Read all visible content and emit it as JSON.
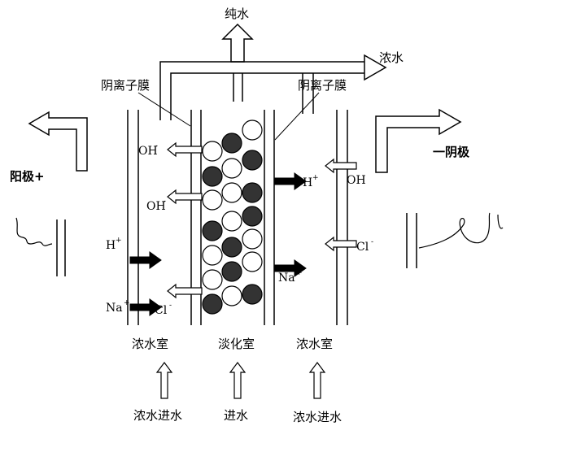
{
  "labels": {
    "pure_water": "纯水",
    "conc_water_out": "浓水",
    "membrane_left": "阴离子膜",
    "membrane_right": "阴离子膜",
    "anode": "阳极+",
    "cathode": "一阴极",
    "chamber_left": "浓水室",
    "chamber_center": "淡化室",
    "chamber_right": "浓水室",
    "inlet_left": "浓水进水",
    "inlet_center": "进水",
    "inlet_right": "浓水进水"
  },
  "ions": {
    "oh": "OH",
    "oh_sup": "-",
    "h": "H",
    "h_sup": "+",
    "na": "Na",
    "na_sup": "+",
    "cl": "Cl",
    "cl_sup": "-"
  },
  "colors": {
    "line": "#000000",
    "resin_dark": "#333333",
    "resin_light": "#ffffff"
  }
}
